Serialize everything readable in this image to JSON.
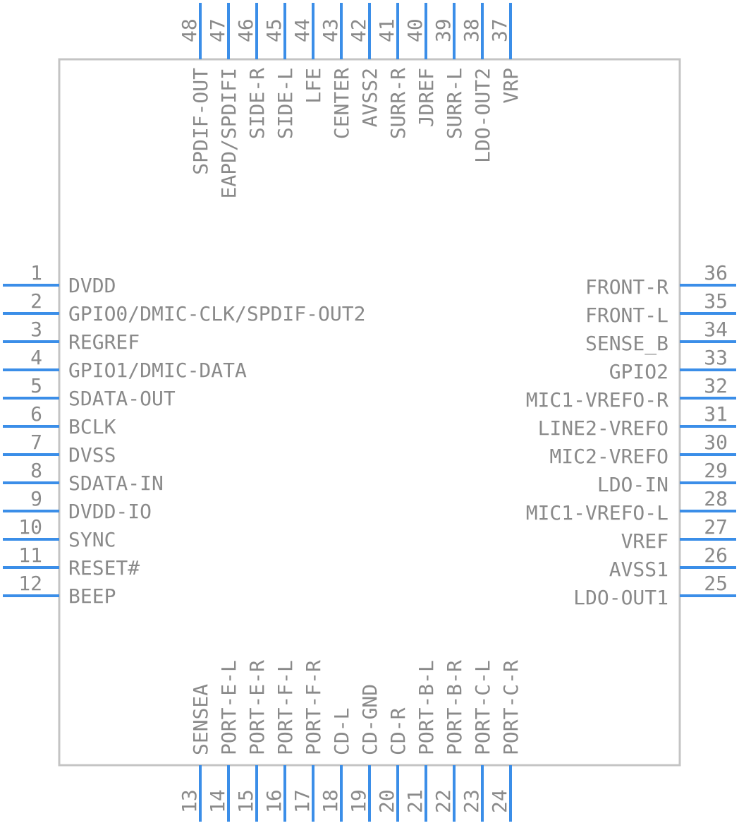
{
  "colors": {
    "pin": "#3b8ee8",
    "body_stroke": "#c4c4c4",
    "text": "#8a8a8a",
    "background": "#ffffff"
  },
  "pins": {
    "left": [
      {
        "number": "1",
        "label": "DVDD"
      },
      {
        "number": "2",
        "label": "GPIO0/DMIC-CLK/SPDIF-OUT2"
      },
      {
        "number": "3",
        "label": "REGREF"
      },
      {
        "number": "4",
        "label": "GPIO1/DMIC-DATA"
      },
      {
        "number": "5",
        "label": "SDATA-OUT"
      },
      {
        "number": "6",
        "label": "BCLK"
      },
      {
        "number": "7",
        "label": "DVSS"
      },
      {
        "number": "8",
        "label": "SDATA-IN"
      },
      {
        "number": "9",
        "label": "DVDD-IO"
      },
      {
        "number": "10",
        "label": "SYNC"
      },
      {
        "number": "11",
        "label": "RESET#"
      },
      {
        "number": "12",
        "label": "BEEP"
      }
    ],
    "bottom": [
      {
        "number": "13",
        "label": "SENSEA"
      },
      {
        "number": "14",
        "label": "PORT-E-L"
      },
      {
        "number": "15",
        "label": "PORT-E-R"
      },
      {
        "number": "16",
        "label": "PORT-F-L"
      },
      {
        "number": "17",
        "label": "PORT-F-R"
      },
      {
        "number": "18",
        "label": "CD-L"
      },
      {
        "number": "19",
        "label": "CD-GND"
      },
      {
        "number": "20",
        "label": "CD-R"
      },
      {
        "number": "21",
        "label": "PORT-B-L"
      },
      {
        "number": "22",
        "label": "PORT-B-R"
      },
      {
        "number": "23",
        "label": "PORT-C-L"
      },
      {
        "number": "24",
        "label": "PORT-C-R"
      }
    ],
    "right": [
      {
        "number": "25",
        "label": "LDO-OUT1"
      },
      {
        "number": "26",
        "label": "AVSS1"
      },
      {
        "number": "27",
        "label": "VREF"
      },
      {
        "number": "28",
        "label": "MIC1-VREFO-L"
      },
      {
        "number": "29",
        "label": "LDO-IN"
      },
      {
        "number": "30",
        "label": "MIC2-VREFO"
      },
      {
        "number": "31",
        "label": "LINE2-VREFO"
      },
      {
        "number": "32",
        "label": "MIC1-VREFO-R"
      },
      {
        "number": "33",
        "label": "GPIO2"
      },
      {
        "number": "34",
        "label": "SENSE_B"
      },
      {
        "number": "35",
        "label": "FRONT-L"
      },
      {
        "number": "36",
        "label": "FRONT-R"
      }
    ],
    "top": [
      {
        "number": "37",
        "label": "VRP"
      },
      {
        "number": "38",
        "label": "LDO-OUT2"
      },
      {
        "number": "39",
        "label": "SURR-L"
      },
      {
        "number": "40",
        "label": "JDREF"
      },
      {
        "number": "41",
        "label": "SURR-R"
      },
      {
        "number": "42",
        "label": "AVSS2"
      },
      {
        "number": "43",
        "label": "CENTER"
      },
      {
        "number": "44",
        "label": "LFE"
      },
      {
        "number": "45",
        "label": "SIDE-L"
      },
      {
        "number": "46",
        "label": "SIDE-R"
      },
      {
        "number": "47",
        "label": "EAPD/SPDIFI"
      },
      {
        "number": "48",
        "label": "SPDIF-OUT"
      }
    ]
  }
}
